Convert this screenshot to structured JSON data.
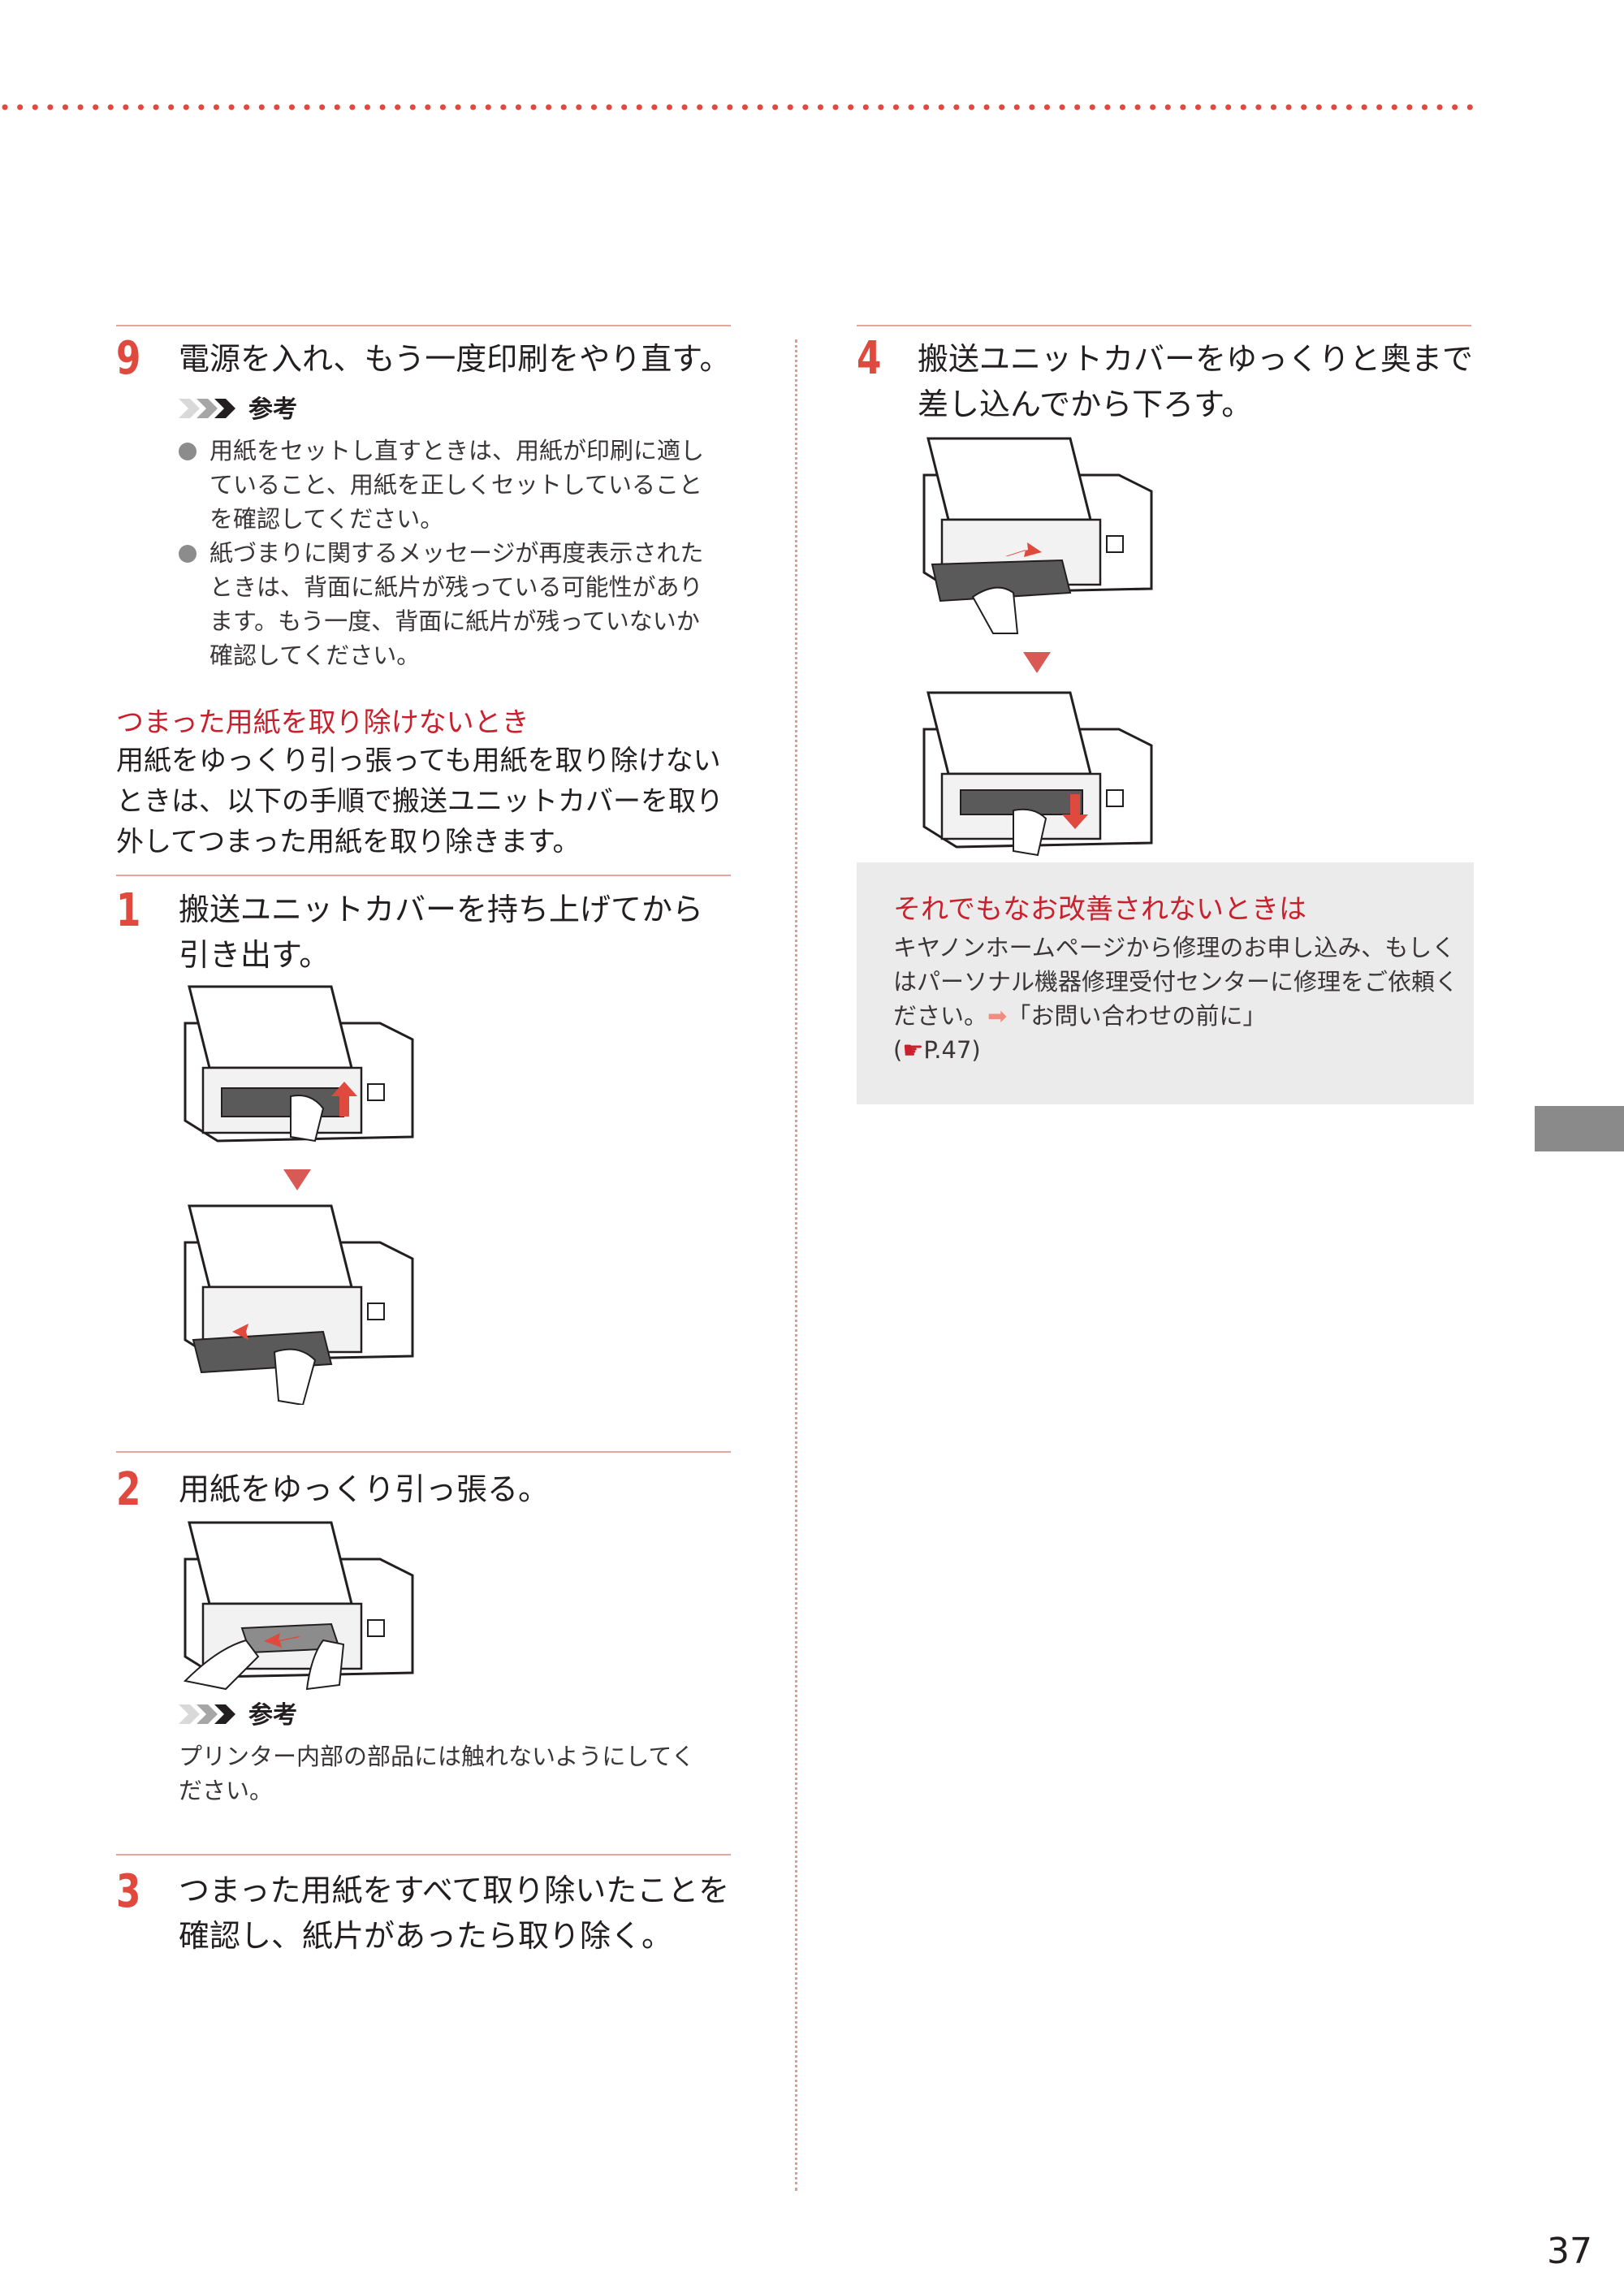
{
  "page": {
    "number": "37"
  },
  "left": {
    "step9": {
      "num": "9",
      "text": "電源を入れ、もう一度印刷をやり直す。"
    },
    "ref1": {
      "label": "参考",
      "bullets": [
        "用紙をセットし直すときは、用紙が印刷に適していること、用紙を正しくセットしていることを確認してください。",
        "紙づまりに関するメッセージが再度表示されたときは、背面に紙片が残っている可能性があります。もう一度、背面に紙片が残っていないか確認してください。"
      ]
    },
    "section": {
      "title": "つまった用紙を取り除けないとき",
      "body": "用紙をゆっくり引っ張っても用紙を取り除けないときは、以下の手順で搬送ユニットカバーを取り外してつまった用紙を取り除きます。"
    },
    "step1": {
      "num": "1",
      "text": "搬送ユニットカバーを持ち上げてから引き出す。"
    },
    "step2": {
      "num": "2",
      "text": "用紙をゆっくり引っ張る。"
    },
    "ref2": {
      "label": "参考",
      "text": "プリンター内部の部品には触れないようにしてください。"
    },
    "step3": {
      "num": "3",
      "text": "つまった用紙をすべて取り除いたことを確認し、紙片があったら取り除く。"
    }
  },
  "right": {
    "step4": {
      "num": "4",
      "text": "搬送ユニットカバーをゆっくりと奥まで差し込んでから下ろす。"
    },
    "notice": {
      "title": "それでもなお改善されないときは",
      "body_1": "キヤノンホームページから修理のお申し込み、もしくはパーソナル機器修理受付センターに修理をご依頼ください。",
      "arrow": "➡",
      "body_2": "「お問い合わせの前に」",
      "body_3": "(",
      "ref_icon": "☛",
      "body_4": "P.47)"
    }
  },
  "colors": {
    "accent_red": "#e0493e",
    "rule": "#e8a39a",
    "notice_bg": "#ebebeb",
    "tab": "#8a8a8a"
  }
}
